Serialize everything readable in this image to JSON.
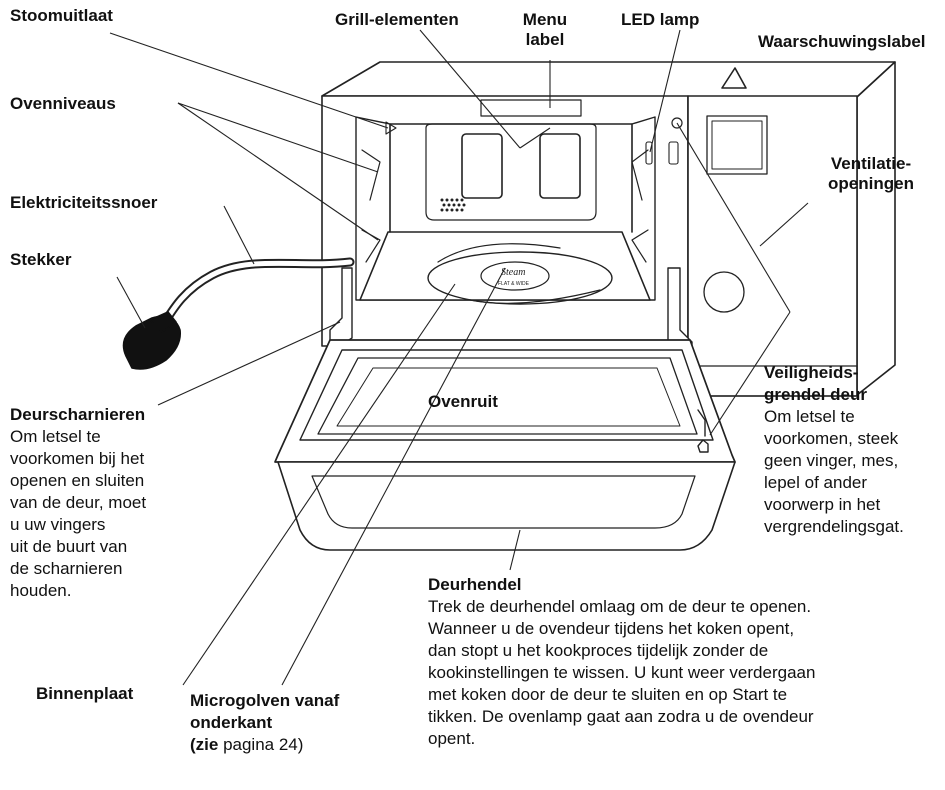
{
  "labels": {
    "stoomuitlaat": "Stoomuitlaat",
    "grill": "Grill-elementen",
    "menu_label": [
      "Menu",
      "label"
    ],
    "led_lamp": "LED lamp",
    "waarschuwing": "Waarschuwingslabel",
    "ovenniveaus": "Ovenniveaus",
    "ventilatie": [
      "Ventilatie-",
      "openingen"
    ],
    "snoer": "Elektriciteitssnoer",
    "stekker": "Stekker",
    "ovenruit": "Ovenruit",
    "binnenplaat": "Binnenplaat",
    "microgolven": [
      "Microgolven vanaf",
      "onderkant"
    ],
    "microgolven_ref_prefix": "(zie ",
    "microgolven_ref_page": "pagina 24",
    "microgolven_ref_suffix": ")"
  },
  "scharnieren": {
    "title": "Deurscharnieren",
    "lines": [
      "Om letsel te",
      "voorkomen bij het",
      "openen en sluiten",
      "van de deur, moet",
      "u uw vingers",
      "uit de buurt van",
      "de scharnieren",
      "houden."
    ]
  },
  "grendel": {
    "title": [
      "Veiligheids-",
      "grendel deur"
    ],
    "lines": [
      "Om letsel te",
      "voorkomen, steek",
      "geen vinger, mes,",
      "lepel of ander",
      "voorwerp in het",
      "vergrendelingsgat."
    ]
  },
  "deurhendel": {
    "title": "Deurhendel",
    "lines": [
      "Trek de deurhendel omlaag om de deur te openen.",
      "Wanneer u de ovendeur tijdens het koken opent,",
      "dan stopt u het kookproces tijdelijk zonder de",
      "kookinstellingen te wissen. U kunt weer verdergaan",
      "met koken door de deur te sluiten en op Start te",
      "tikken. De ovenlamp gaat aan zodra u de ovendeur",
      "opent."
    ]
  },
  "plate_logo": [
    "Steam",
    "FLAT & WIDE"
  ]
}
